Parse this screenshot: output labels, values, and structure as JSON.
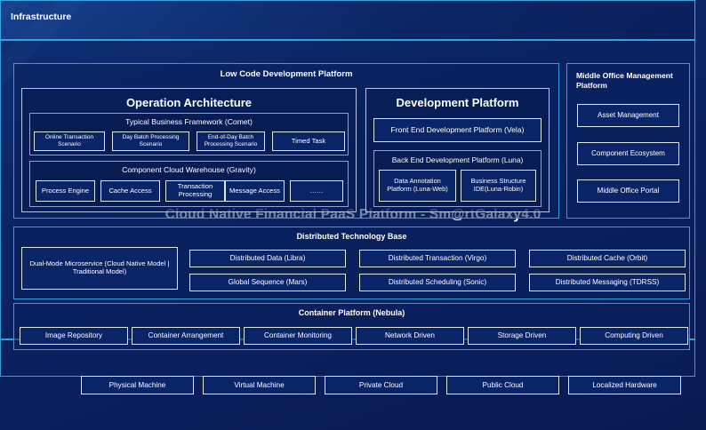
{
  "title": {
    "text": "Cloud Native Financial PaaS Platform - Sm@rtGalaxy4.0"
  },
  "lowcode": {
    "header": "Low Code Development Platform",
    "operation_architecture": {
      "title": "Operation Architecture",
      "typical_business_framework": {
        "header": "Typical Business Framework (Comet)",
        "items": [
          "Online Transaction Scenario",
          "Day Batch Processing Scenario",
          "End-of-Day Batch Processing Scenario",
          "Timed Task"
        ]
      },
      "component_cloud_warehouse": {
        "header": "Component Cloud Warehouse (Gravity)",
        "items": [
          "Process Engine",
          "Cache Access",
          "Transaction Processing",
          "Message Access",
          "……"
        ]
      }
    },
    "development_platform": {
      "title": "Development Platform",
      "front_end": "Front End Development Platform (Vela)",
      "back_end": {
        "header": "Back End Development Platform (Luna)",
        "items": [
          "Data Annotation Platform (Luna-Web)",
          "Business Structure IDE(Luna-Robin)"
        ]
      }
    }
  },
  "middle_office": {
    "header": "Middle Office Management Platform",
    "items": [
      "Asset Management",
      "Component Ecosystem",
      "Middle Office Portal"
    ]
  },
  "distributed_technology_base": {
    "header": "Distributed Technology Base",
    "wide_item": "Dual-Mode Microservice (Cloud Native Model | Traditional Model)",
    "items": [
      "Distributed Data (Libra)",
      "Distributed Transaction (Virgo)",
      "Distributed Cache (Orbit)",
      "Global Sequence (Mars)",
      "Distributed Scheduling (Sonic)",
      "Distributed Messaging (TDRSS)"
    ]
  },
  "container_platform": {
    "header": "Container Platform (Nebula)",
    "items": [
      "Image Repository",
      "Container Arrangement",
      "Container Monitoring",
      "Network Driven",
      "Storage Driven",
      "Computing Driven"
    ]
  },
  "infrastructure": {
    "label": "Infrastructure",
    "items": [
      "Physical Machine",
      "Virtual Machine",
      "Private Cloud",
      "Public Cloud",
      "Localized Hardware"
    ]
  },
  "colors": {
    "accent_border": "#2e9fe0",
    "box_border": "#dfe6f7",
    "background": "#0a1f5c",
    "text": "#ffffff"
  }
}
